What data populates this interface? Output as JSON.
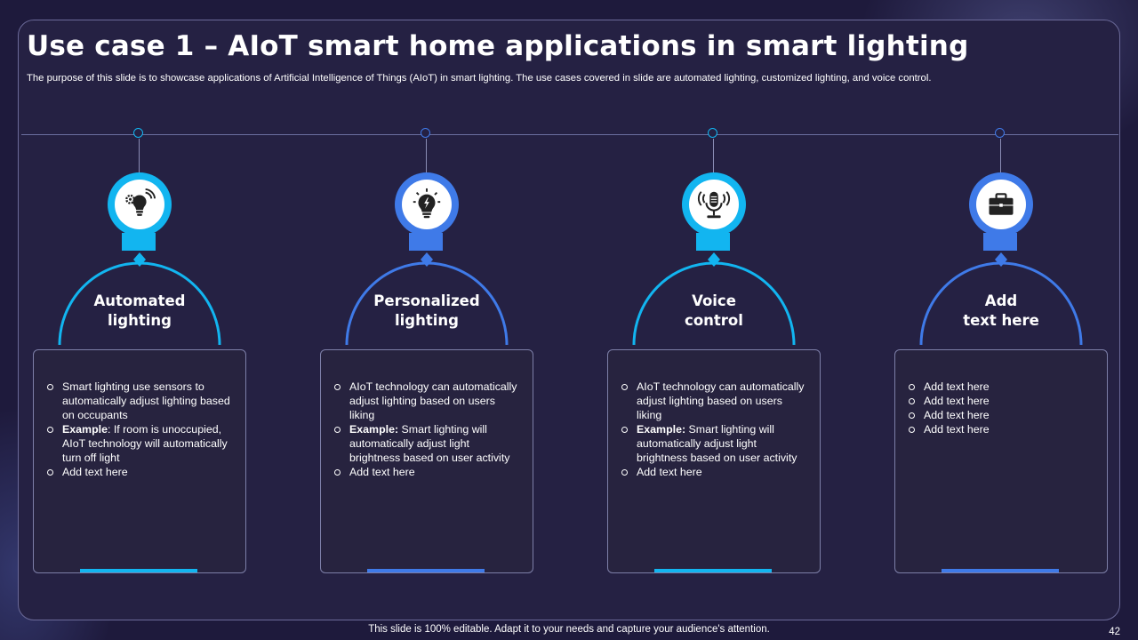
{
  "title": "Use case 1 – AIoT smart home applications in smart lighting",
  "subtitle": "The purpose of this slide is to showcase applications of Artificial Intelligence of Things (AIoT) in smart lighting. The use cases covered in slide are automated lighting, customized lighting, and voice control.",
  "colors": {
    "cyan": "#12b5f0",
    "blue": "#3f7ae8",
    "background": "#252143"
  },
  "cards": [
    {
      "icon": "smart-bulb-icon",
      "title_line1": "Automated",
      "title_line2": "lighting",
      "bullets": [
        {
          "bold": "",
          "text": "Smart lighting use sensors to automatically adjust lighting based on occupants"
        },
        {
          "bold": "Example",
          "text": ": If room is unoccupied, AIoT technology will automatically turn off light"
        },
        {
          "bold": "",
          "text": "Add text here"
        }
      ]
    },
    {
      "icon": "light-bulb-icon",
      "title_line1": "Personalized",
      "title_line2": "lighting",
      "bullets": [
        {
          "bold": "",
          "text": "AIoT technology can automatically adjust lighting based on users liking"
        },
        {
          "bold": "Example:",
          "text": " Smart lighting will automatically adjust light brightness based on user activity"
        },
        {
          "bold": "",
          "text": "Add text here"
        }
      ]
    },
    {
      "icon": "microphone-icon",
      "title_line1": "Voice",
      "title_line2": "control",
      "bullets": [
        {
          "bold": "",
          "text": "AIoT technology can automatically adjust lighting based on users liking"
        },
        {
          "bold": "Example:",
          "text": " Smart lighting will automatically adjust light brightness based on user activity"
        },
        {
          "bold": "",
          "text": "Add text here"
        }
      ]
    },
    {
      "icon": "briefcase-icon",
      "title_line1": "Add",
      "title_line2": "text here",
      "bullets": [
        {
          "bold": "",
          "text": "Add text here"
        },
        {
          "bold": "",
          "text": "Add text here"
        },
        {
          "bold": "",
          "text": "Add text here"
        },
        {
          "bold": "",
          "text": "Add text here"
        }
      ]
    }
  ],
  "footer": "This slide is 100% editable. Adapt it to your needs and capture your audience's attention.",
  "page_number": "42"
}
